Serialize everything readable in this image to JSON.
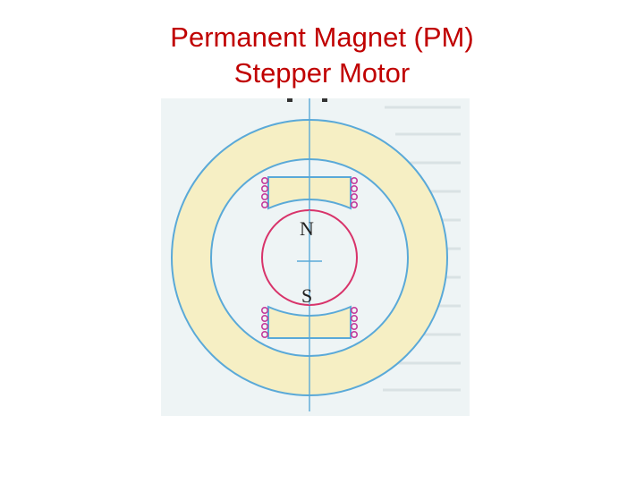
{
  "slide": {
    "title_line1": "Permanent Magnet (PM)",
    "title_line2": "Stepper Motor"
  },
  "diagram": {
    "rotor": {
      "north_label": "N",
      "south_label": "S"
    },
    "colors": {
      "title": "#c00000",
      "stator_fill": "#f6efc4",
      "stator_outline": "#5aa9d8",
      "rotor_outline": "#d8336a",
      "coil": "#c43c9c",
      "background_paper": "#eef4f5"
    }
  }
}
